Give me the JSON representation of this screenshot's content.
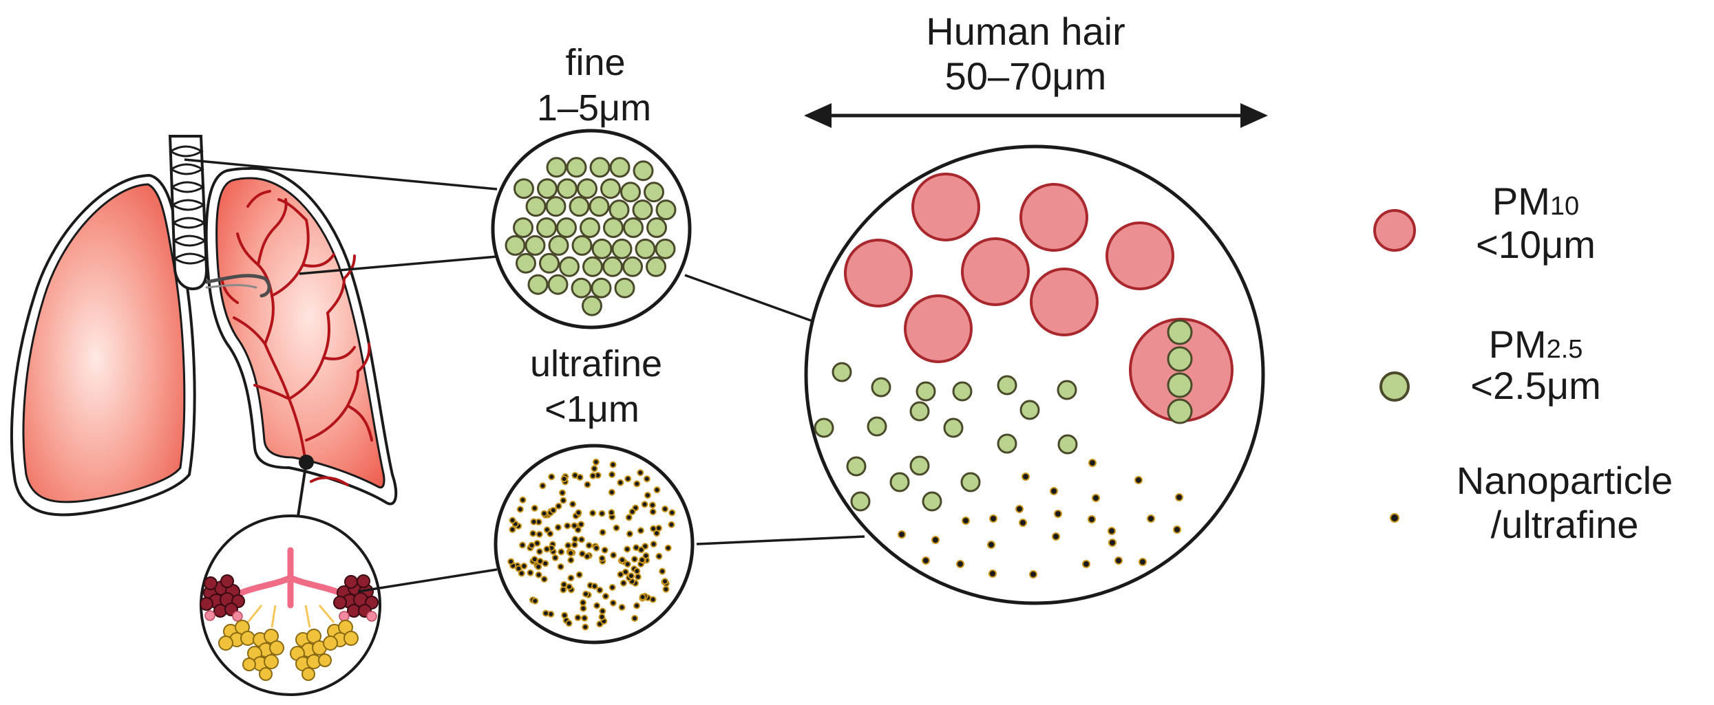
{
  "labels": {
    "fine_name": "fine",
    "fine_size": "1–5μm",
    "ultrafine_name": "ultrafine",
    "ultrafine_size": "<1μm",
    "hair_name": "Human hair",
    "hair_size": "50–70μm"
  },
  "legend": {
    "pm10": {
      "prefix": "PM",
      "subscript": "10",
      "size": "<10μm",
      "fill": "#eb8f92",
      "stroke": "#a8282e"
    },
    "pm25": {
      "prefix": "PM",
      "subscript": "2.5",
      "size": "<2.5μm",
      "fill": "#b9d28e",
      "stroke": "#4a4a2a"
    },
    "nano": {
      "line1": "Nanoparticle",
      "line2": "/ultrafine",
      "fill": "#1a1a1a",
      "ring": "#c8961e"
    }
  },
  "colors": {
    "lung_fill": "#f26a5c",
    "vessel": "#b3141a",
    "outline": "#1a1a1a",
    "alveoli_dark": "#8c1e2e",
    "alveoli_yellow": "#f0c23c",
    "bronchi": "#f06b86"
  }
}
